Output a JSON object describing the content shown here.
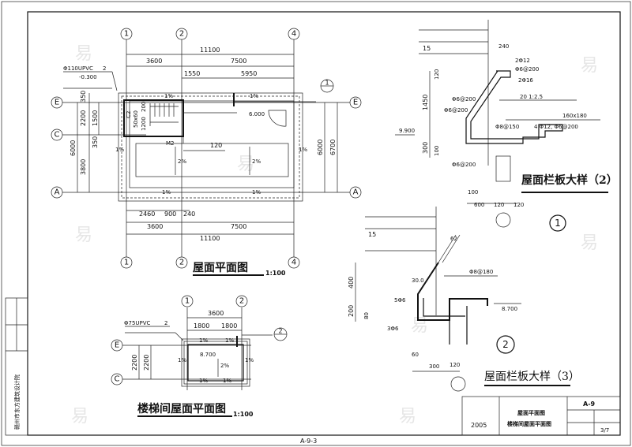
{
  "sheet": {
    "code": "A-9-3",
    "side_label": "赣州市东方建筑设计院",
    "watermark": "易"
  },
  "roof_plan": {
    "title": "屋面平面图",
    "scale": "1:100",
    "axes_top": [
      "1",
      "2",
      "4"
    ],
    "axes_side": [
      "E",
      "C",
      "A"
    ],
    "dims_top": {
      "total": "11100",
      "a": "3600",
      "b": "7500",
      "c": "1550",
      "d": "5950"
    },
    "dims_bottom": {
      "a": "2460",
      "b": "900",
      "c": "240",
      "d": "3600",
      "e": "7500",
      "total": "11100"
    },
    "dims_left": {
      "a": "350",
      "b": "2200",
      "c": "1500",
      "d": "350",
      "e": "3800",
      "f": "6000"
    },
    "dims_right": {
      "a": "6000",
      "b": "6700"
    },
    "pipe_label": "Φ110UPVC",
    "pipe_count": "2",
    "pipe_elev": "-0.300",
    "elevation": "6.000",
    "slopes": [
      "1%",
      "1%",
      "1%",
      "1%",
      "1%",
      "1%",
      "2%",
      "2%"
    ],
    "width_120": "120",
    "door": "M2",
    "stair_labels": [
      "C2",
      "50x60",
      "200",
      "1200"
    ],
    "detail_ref": "1"
  },
  "stair_roof_plan": {
    "title": "楼梯间屋面平面图",
    "scale": "1:100",
    "axes_top": [
      "1",
      "2"
    ],
    "axes_side": [
      "E",
      "C"
    ],
    "dims_top": {
      "total": "3600",
      "a": "1800",
      "b": "1800"
    },
    "dims_left": {
      "a": "2200",
      "b": "2200"
    },
    "pipe_label": "Φ75UPVC",
    "pipe_count": "2",
    "elevation": "8.700",
    "slopes": [
      "1%",
      "1%",
      "1%",
      "1%",
      "1%",
      "1%",
      "2%"
    ],
    "detail_ref": "2"
  },
  "detail_2": {
    "title": "屋面栏板大样（2）",
    "ref": "1",
    "labels": [
      "15",
      "240",
      "2Φ12",
      "Φ6@200",
      "2Φ16",
      "20  1:2.5",
      "Φ6@200",
      "Φ6@200",
      "160x180",
      "4 Φ12, Φ6@200",
      "Φ8@150",
      "9.900",
      "Φ6@200"
    ],
    "dims": [
      "120",
      "1450",
      "300",
      "100",
      "100",
      "600",
      "120",
      "120"
    ]
  },
  "detail_3": {
    "title": "屋面栏板大样（3）",
    "ref": "2",
    "labels": [
      "15",
      "62",
      "Φ8@180",
      "30.0",
      "5Φ6",
      "3Φ6",
      "8.700"
    ],
    "dims": [
      "400",
      "200",
      "80",
      "60",
      "300",
      "120"
    ]
  },
  "title_block": {
    "year": "2005",
    "drawing_name_1": "屋面平面图",
    "drawing_name_2": "楼梯间屋面平面图",
    "drawing_no": "A-9",
    "page": "3/7"
  }
}
